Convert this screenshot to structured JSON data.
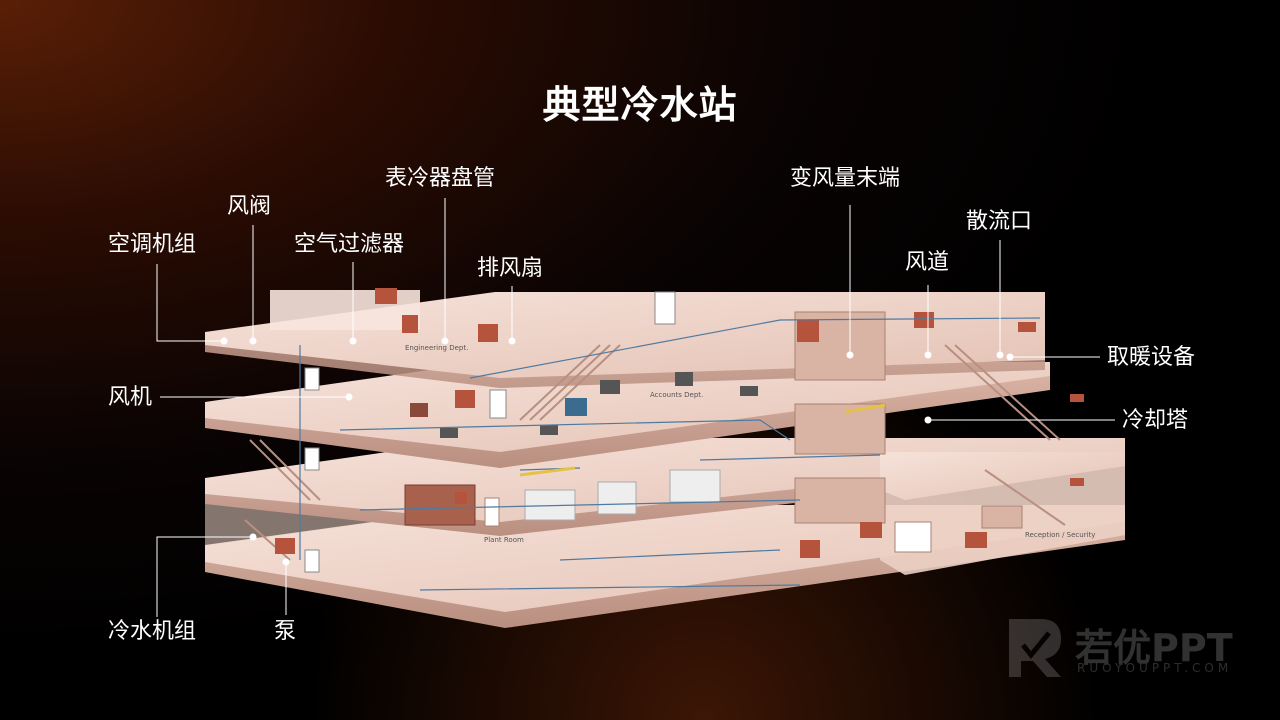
{
  "title": "典型冷水站",
  "labels": {
    "ahu": "空调机组",
    "damper": "风阀",
    "air_filter": "空气过滤器",
    "cooling_coil": "表冷器盘管",
    "exhaust_fan": "排风扇",
    "vav_terminal": "变风量末端",
    "diffuser": "散流口",
    "duct": "风道",
    "heating_equipment": "取暖设备",
    "fan": "风机",
    "cooling_tower": "冷却塔",
    "chiller": "冷水机组",
    "pump": "泵"
  },
  "building_labels": {
    "engineering": "Engineering Dept.",
    "accounts": "Accounts Dept.",
    "plant_room": "Plant Room",
    "reception": "Reception / Security"
  },
  "logo": {
    "text": "若优PPT",
    "sub": "RUOYOUPPT.COM"
  },
  "colors": {
    "floor": "#f1d9cf",
    "floor_edge": "#c9a597",
    "line": "#ffffff",
    "equipment_red": "#b5533c"
  }
}
